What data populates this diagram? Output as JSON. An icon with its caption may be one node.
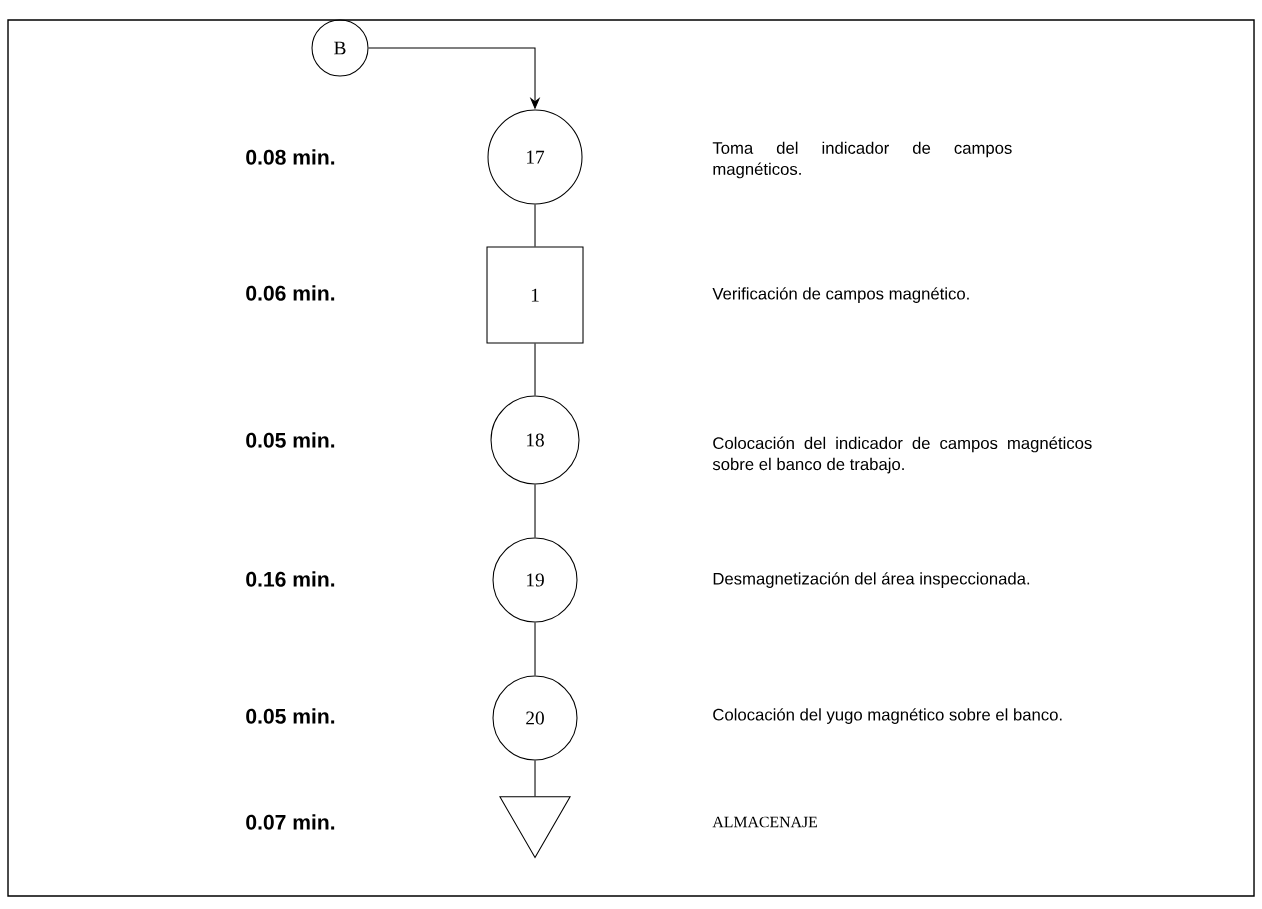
{
  "diagram": {
    "nodes": [
      {
        "text": [
          "B"
        ]
      },
      {
        "text": [
          "17"
        ]
      },
      {
        "text": [
          "1"
        ]
      },
      {
        "text": [
          "18"
        ]
      },
      {
        "text": [
          "19"
        ]
      },
      {
        "text": [
          "20"
        ]
      },
      {
        "text": [],
        "shape": "triangle"
      }
    ],
    "edges": [
      {
        "from": 0,
        "to": 1,
        "arrow": "to"
      },
      {
        "from": 1,
        "to": 2,
        "arrow": "none"
      },
      {
        "from": 2,
        "to": 3,
        "arrow": "none"
      },
      {
        "from": 3,
        "to": 4,
        "arrow": "none"
      },
      {
        "from": 4,
        "to": 5,
        "arrow": "none"
      },
      {
        "from": 5,
        "to": 6,
        "arrow": "none"
      }
    ],
    "labels": [
      "0.08 min.",
      "Toma del indicador de campos magnéticos.",
      "0.06 min.",
      "Verificación de campos magnético.",
      "0.05 min.",
      "Colocación del indicador de campos magnéticos sobre el banco de trabajo.",
      "0.16 min.",
      "Desmagnetización del área inspeccionada.",
      "0.05 min.",
      "Colocación del yugo magnético sobre el banco.",
      "0.07 min.",
      "ALMACENAJE"
    ]
  }
}
